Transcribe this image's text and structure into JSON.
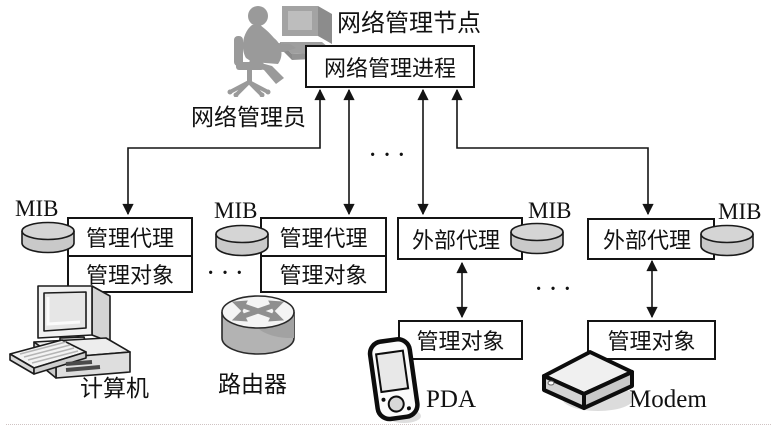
{
  "diagram": {
    "management_node_label": "网络管理节点",
    "management_process_label": "网络管理进程",
    "administrator_label": "网络管理员",
    "mib_label": "MIB",
    "ellipsis": "···",
    "columns": [
      {
        "agent": "管理代理",
        "object": "管理对象",
        "device": "计算机"
      },
      {
        "agent": "管理代理",
        "object": "管理对象",
        "device": "路由器"
      },
      {
        "agent": "外部代理",
        "object": "管理对象",
        "device": "PDA"
      },
      {
        "agent": "外部代理",
        "object": "管理对象",
        "device": "Modem"
      }
    ],
    "colors": {
      "line": "#141414",
      "cylinder_body": "#c9c9c9",
      "cylinder_top": "#d5d5d5",
      "clipart_gray": "#9a9a9a",
      "background": "#ffffff"
    }
  }
}
